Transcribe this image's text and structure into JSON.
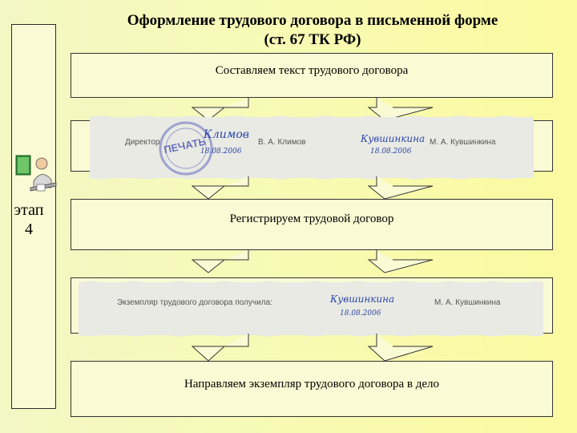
{
  "title": {
    "line1": "Оформление трудового договора в письменной форме",
    "line2": "(ст. 67 ТК РФ)"
  },
  "stage": {
    "word": "этап",
    "number": "4"
  },
  "steps": [
    "Составляем текст трудового договора",
    "Регистрируем трудовой договор",
    "Направляем экземпляр трудового договора в дело"
  ],
  "signature_strip_1": {
    "role": "Директор",
    "stamp": "ПЕЧАТЬ",
    "director_signature": "Климов",
    "director_date": "18.08.2006",
    "director_name": "В. А. Климов",
    "employee_signature": "Кувшинкина",
    "employee_date": "18.08.2006",
    "employee_name": "М. А. Кувшинкина"
  },
  "signature_strip_2": {
    "received_text": "Экземпляр трудового договора получила:",
    "employee_signature": "Кувшинкина",
    "employee_date": "18.08.2006",
    "employee_name": "М. А. Кувшинкина"
  },
  "colors": {
    "background": "#f7fab8",
    "box_fill": "#fafbd4",
    "ink_blue": "#2d45a8",
    "stamp": "#8a90c8"
  },
  "icons": [
    "person-at-desk-icon"
  ]
}
